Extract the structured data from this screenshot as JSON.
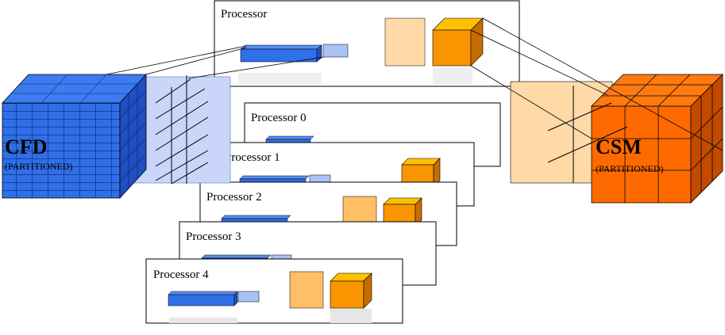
{
  "cfd": {
    "title": "CFD",
    "subtitle": "(PARTITIONED)"
  },
  "csm": {
    "title": "CSM",
    "subtitle": "(PARTITIONED)"
  },
  "processors": {
    "main": "Processor",
    "p0": "Processor 0",
    "p1": "Processor 1",
    "p2": "Processor 2",
    "p3": "Processor 3",
    "p4": "Processor 4"
  },
  "colors": {
    "cfd_blue": "#2f6fe8",
    "cfd_dark": "#1f4fc0",
    "light_blue": "#a9c2f5",
    "slice_blue": "#c9d6fa",
    "csm_orange": "#ff6a00",
    "orange_box": "#f99500",
    "peach": "#ffd9a6",
    "light_orange": "#ffbf66"
  }
}
